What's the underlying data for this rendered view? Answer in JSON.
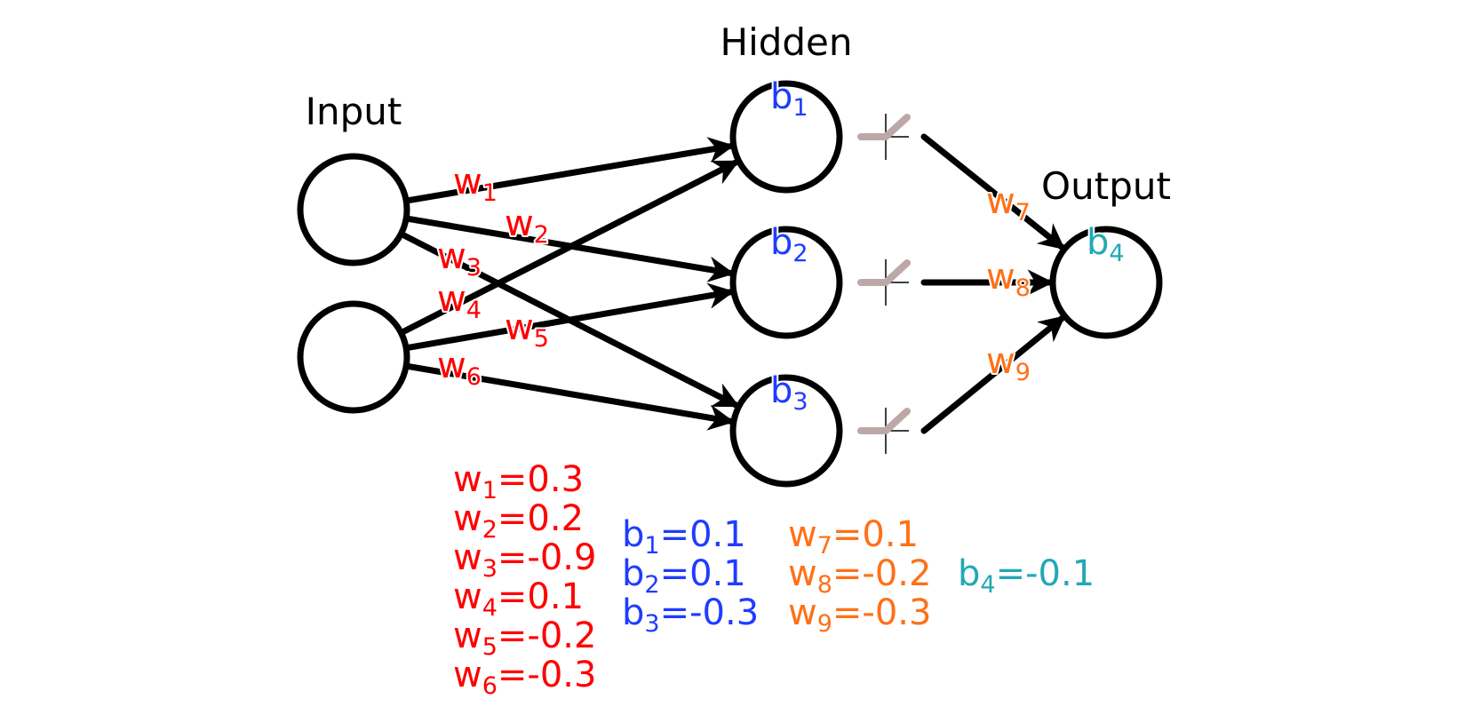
{
  "colors": {
    "weights_input": "#ff0000",
    "biases_hidden": "#1f3cff",
    "weights_output": "#ff7017",
    "bias_output": "#22a8b5",
    "relu": "#bda8a8",
    "edge": "#000000"
  },
  "layers": {
    "input": {
      "title": "Input",
      "count": 2
    },
    "hidden": {
      "title": "Hidden",
      "count": 3
    },
    "output": {
      "title": "Output",
      "count": 1
    }
  },
  "activation": "relu",
  "edges": [
    {
      "from": "input-1",
      "to": "hidden-1",
      "label": "w",
      "sub": "1",
      "group": "weights_input"
    },
    {
      "from": "input-1",
      "to": "hidden-2",
      "label": "w",
      "sub": "2",
      "group": "weights_input"
    },
    {
      "from": "input-1",
      "to": "hidden-3",
      "label": "w",
      "sub": "3",
      "group": "weights_input"
    },
    {
      "from": "input-2",
      "to": "hidden-1",
      "label": "w",
      "sub": "4",
      "group": "weights_input"
    },
    {
      "from": "input-2",
      "to": "hidden-2",
      "label": "w",
      "sub": "5",
      "group": "weights_input"
    },
    {
      "from": "input-2",
      "to": "hidden-3",
      "label": "w",
      "sub": "6",
      "group": "weights_input"
    },
    {
      "from": "hidden-1",
      "to": "output-1",
      "label": "w",
      "sub": "7",
      "group": "weights_output"
    },
    {
      "from": "hidden-2",
      "to": "output-1",
      "label": "w",
      "sub": "8",
      "group": "weights_output"
    },
    {
      "from": "hidden-3",
      "to": "output-1",
      "label": "w",
      "sub": "9",
      "group": "weights_output"
    }
  ],
  "biases": [
    {
      "node": "hidden-1",
      "label": "b",
      "sub": "1",
      "group": "biases_hidden"
    },
    {
      "node": "hidden-2",
      "label": "b",
      "sub": "2",
      "group": "biases_hidden"
    },
    {
      "node": "hidden-3",
      "label": "b",
      "sub": "3",
      "group": "biases_hidden"
    },
    {
      "node": "output-1",
      "label": "b",
      "sub": "4",
      "group": "bias_output"
    }
  ],
  "parameters": {
    "input_weights": [
      {
        "name": "w",
        "sub": "1",
        "value": "0.3"
      },
      {
        "name": "w",
        "sub": "2",
        "value": "0.2"
      },
      {
        "name": "w",
        "sub": "3",
        "value": "-0.9"
      },
      {
        "name": "w",
        "sub": "4",
        "value": "0.1"
      },
      {
        "name": "w",
        "sub": "5",
        "value": "-0.2"
      },
      {
        "name": "w",
        "sub": "6",
        "value": "-0.3"
      }
    ],
    "hidden_biases": [
      {
        "name": "b",
        "sub": "1",
        "value": "0.1"
      },
      {
        "name": "b",
        "sub": "2",
        "value": "0.1"
      },
      {
        "name": "b",
        "sub": "3",
        "value": "-0.3"
      }
    ],
    "output_weights": [
      {
        "name": "w",
        "sub": "7",
        "value": "0.1"
      },
      {
        "name": "w",
        "sub": "8",
        "value": "-0.2"
      },
      {
        "name": "w",
        "sub": "9",
        "value": "-0.3"
      }
    ],
    "output_bias": [
      {
        "name": "b",
        "sub": "4",
        "value": "-0.1"
      }
    ]
  }
}
